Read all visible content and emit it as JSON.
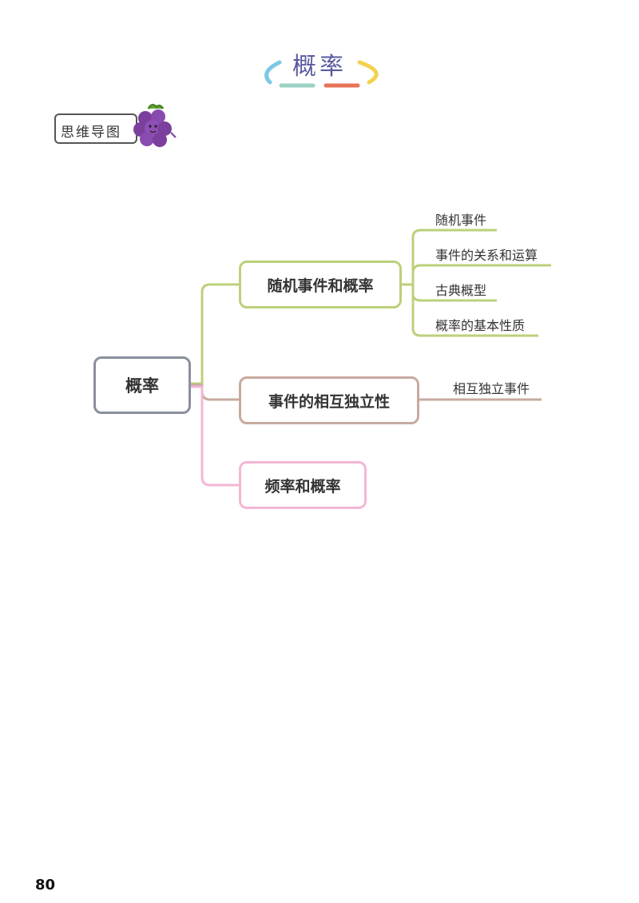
{
  "header": {
    "title": "概率"
  },
  "badge": {
    "label": "思维导图",
    "mascot_icon": "grape-mascot-icon"
  },
  "mindmap": {
    "root": "概率",
    "branches": [
      {
        "label": "随机事件和概率",
        "color": "#bcd07b",
        "children": [
          "随机事件",
          "事件的关系和运算",
          "古典概型",
          "概率的基本性质"
        ]
      },
      {
        "label": "事件的相互独立性",
        "color": "#c7aa9f",
        "children": [
          "相互独立事件"
        ]
      },
      {
        "label": "频率和概率",
        "color": "#f4b6d6",
        "children": []
      }
    ]
  },
  "footer": {
    "page_number": "80"
  },
  "colors": {
    "root_border": "#8a8f9c",
    "header_dash_colors": [
      "#7ec8e6",
      "#9ad2c4",
      "#e8735a",
      "#f2d24e"
    ]
  }
}
